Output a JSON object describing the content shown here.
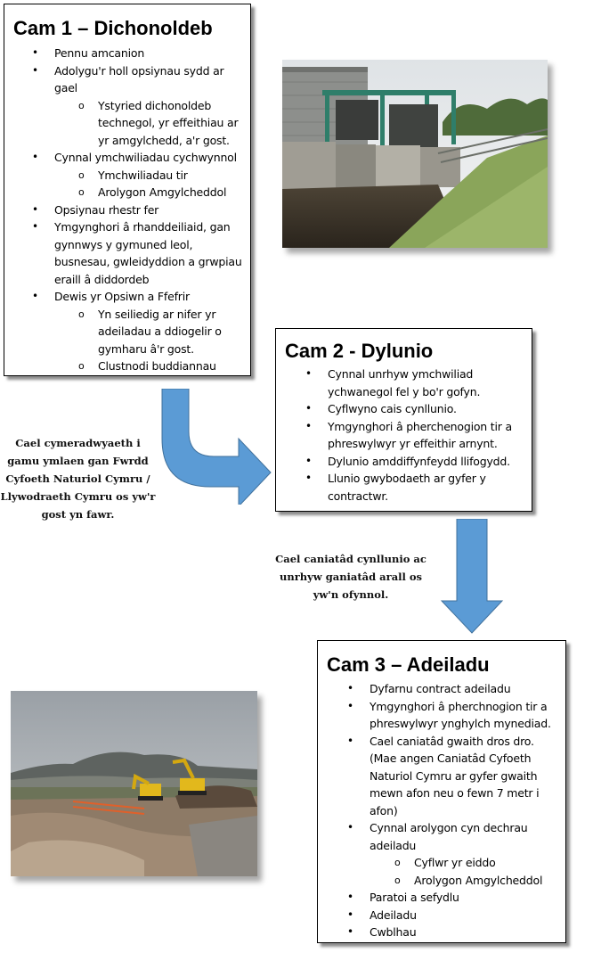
{
  "stage1": {
    "title": "Cam 1 – Dichonoldeb",
    "items": [
      {
        "text": "Pennu amcanion",
        "sub": []
      },
      {
        "text": "Adolygu'r holl opsiynau sydd ar gael",
        "sub": [
          "Ystyried dichonoldeb technegol, yr effeithiau ar yr amgylchedd, a'r gost."
        ]
      },
      {
        "text": "Cynnal ymchwiliadau cychwynnol",
        "sub": [
          "Ymchwiliadau tir",
          "Arolygon Amgylcheddol"
        ]
      },
      {
        "text": "Opsiynau rhestr fer",
        "sub": []
      },
      {
        "text": "Ymgynghori â rhanddeiliaid, gan gynnwys y gymuned leol, busnesau, gwleidyddion a grwpiau eraill â diddordeb",
        "sub": []
      },
      {
        "text": "Dewis yr Opsiwn a Ffefrir",
        "sub": [
          "Yn seiliedig ar nifer yr adeiladau a ddiogelir o gymharu â'r gost.",
          "Clustnodi buddiannau"
        ]
      }
    ]
  },
  "stage2": {
    "title": "Cam 2 - Dylunio",
    "items": [
      {
        "text": "Cynnal unrhyw ymchwiliad ychwanegol fel y bo'r gofyn."
      },
      {
        "text": "Cyflwyno cais cynllunio."
      },
      {
        "text": "Ymgynghori â pherchenogion tir a phreswylwyr yr effeithir arnynt."
      },
      {
        "text": "Dylunio amddiffynfeydd llifogydd."
      },
      {
        "text": "Llunio gwybodaeth ar gyfer y contractwr."
      }
    ]
  },
  "stage3": {
    "title": "Cam 3 – Adeiladu",
    "items": [
      {
        "text": "Dyfarnu contract adeiladu",
        "sub": []
      },
      {
        "text": "Ymgynghori â pherchnogion tir a phreswylwyr ynghylch mynediad.",
        "sub": []
      },
      {
        "text": "Cael caniatâd gwaith dros dro. (Mae angen Caniatâd Cyfoeth Naturiol Cymru ar gyfer gwaith mewn afon neu o fewn 7 metr i afon)",
        "sub": []
      },
      {
        "text": "Cynnal arolygon cyn dechrau adeiladu",
        "sub": [
          "Cyflwr yr eiddo",
          "Arolygon Amgylcheddol"
        ]
      },
      {
        "text": "Paratoi a sefydlu",
        "sub": []
      },
      {
        "text": "Adeiladu",
        "sub": []
      },
      {
        "text": "Cwblhau",
        "sub": []
      }
    ]
  },
  "notes": {
    "approval": "Cael cymeradwyaeth i gamu ymlaen gan Fwrdd Cyfoeth Naturiol Cymru / Llywodraeth Cymru os yw'r gost yn fawr.",
    "planning": "Cael caniatâd cynllunio ac unrhyw ganiatâd arall os yw'n ofynnol."
  },
  "symbols": {
    "bullet": "•",
    "sub_bullet": "o"
  },
  "colors": {
    "arrow": "#5b9bd5",
    "arrow_edge": "#41719c",
    "border": "#000000"
  }
}
